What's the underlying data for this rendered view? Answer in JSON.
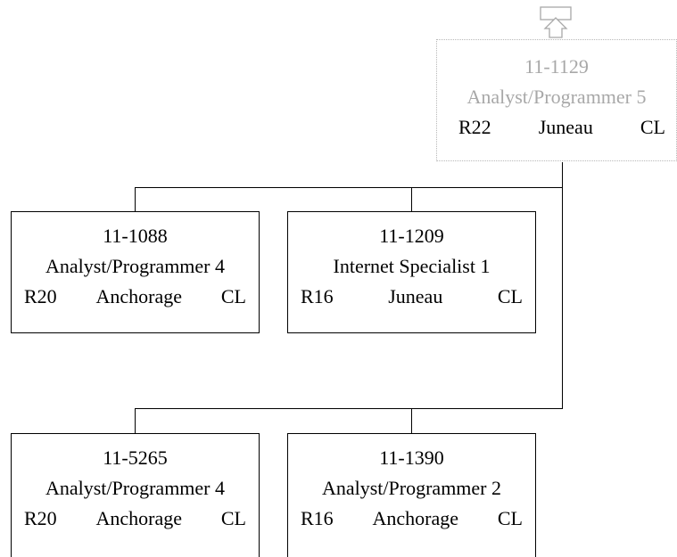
{
  "top_position": {
    "id": "11-1129",
    "title": "Analyst/Programmer 5",
    "range": "R22",
    "location": "Juneau",
    "class": "CL"
  },
  "subordinates": [
    {
      "id": "11-1088",
      "title": "Analyst/Programmer 4",
      "range": "R20",
      "location": "Anchorage",
      "class": "CL"
    },
    {
      "id": "11-1209",
      "title": "Internet Specialist 1",
      "range": "R16",
      "location": "Juneau",
      "class": "CL"
    },
    {
      "id": "11-5265",
      "title": "Analyst/Programmer 4",
      "range": "R20",
      "location": "Anchorage",
      "class": "CL"
    },
    {
      "id": "11-1390",
      "title": "Analyst/Programmer 2",
      "range": "R16",
      "location": "Anchorage",
      "class": "CL"
    }
  ],
  "icons": {
    "navigate_up": "arrow-up-icon"
  }
}
